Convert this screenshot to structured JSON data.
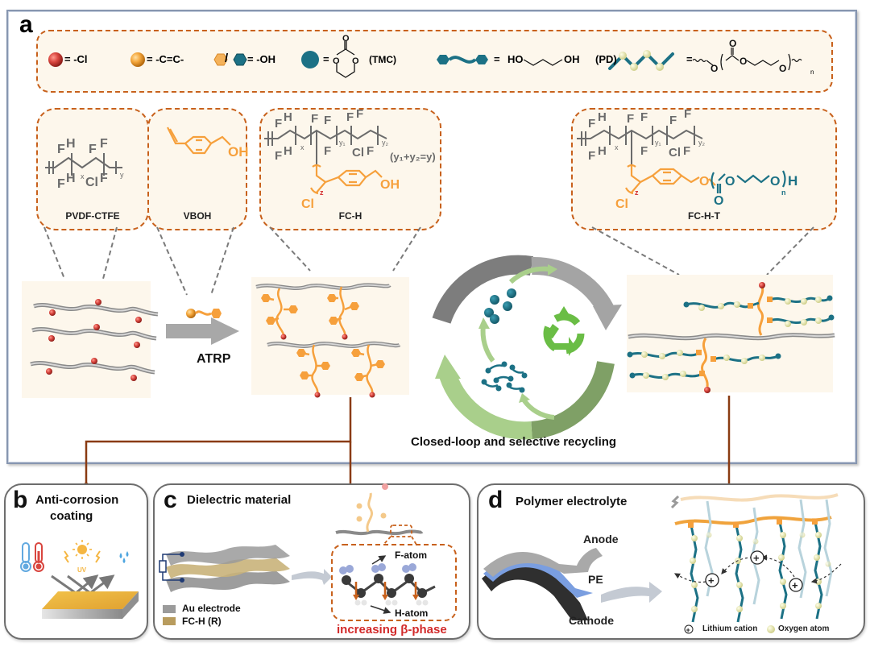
{
  "panel_a": {
    "label": "a",
    "legend": {
      "cl": "= -Cl",
      "cc": "= -C=C-",
      "oh_sep": "/",
      "oh": "= -OH",
      "tmc_eq": "=",
      "tmc_name": "(TMC)",
      "pd_eq": "=",
      "pd_formula_ho": "HO",
      "pd_formula_oh": "OH",
      "pd_name": "(PD)",
      "ptmc_eq": "=",
      "ptmc_sub": "n"
    },
    "structures": {
      "pvdf_ctfe": {
        "name": "PVDF-CTFE",
        "sub_x": "x",
        "sub_y": "y"
      },
      "vboh": {
        "name": "VBOH",
        "oh": "OH"
      },
      "fc_h": {
        "name": "FC-H",
        "note": "(y₁+y₂=y)",
        "oh": "OH",
        "cl": "Cl",
        "sub_z": "z",
        "sub_x": "x",
        "sub_y1": "y₁",
        "sub_y2": "y₂"
      },
      "fc_h_t": {
        "name": "FC-H-T",
        "cl": "Cl",
        "sub_z": "z",
        "sub_n": "n",
        "h": "H",
        "sub_x": "x",
        "sub_y1": "y₁",
        "sub_y2": "y₂"
      }
    },
    "reaction_label": "ATRP",
    "recycling_caption": "Closed-loop and selective recycling"
  },
  "panel_b": {
    "label": "b",
    "title_line1": "Anti-corrosion",
    "title_line2": "coating",
    "uv": "UV"
  },
  "panel_c": {
    "label": "c",
    "title": "Dielectric material",
    "legend": [
      {
        "label": "Au electrode",
        "color": "#9b9b9b"
      },
      {
        "label": "FC-H (R)",
        "color": "#b89c5e"
      }
    ],
    "f_atom": "F-atom",
    "h_atom": "H-atom",
    "phase_note": "increasing β-phase"
  },
  "panel_d": {
    "label": "d",
    "title": "Polymer electrolyte",
    "layers": {
      "anode": "Anode",
      "pe": "PE",
      "cathode": "Cathode"
    },
    "legend": {
      "cation": "Lithium cation",
      "oxygen": "Oxygen atom"
    }
  },
  "colors": {
    "dashed_orange": "#c8611c",
    "cream": "#fdf7ec",
    "orange": "#f6a03c",
    "teal": "#1c7185",
    "red_sphere": "#d9463f",
    "green": "#6abd45",
    "connector": "#8a3b12",
    "phase_red": "#d22a2a"
  }
}
